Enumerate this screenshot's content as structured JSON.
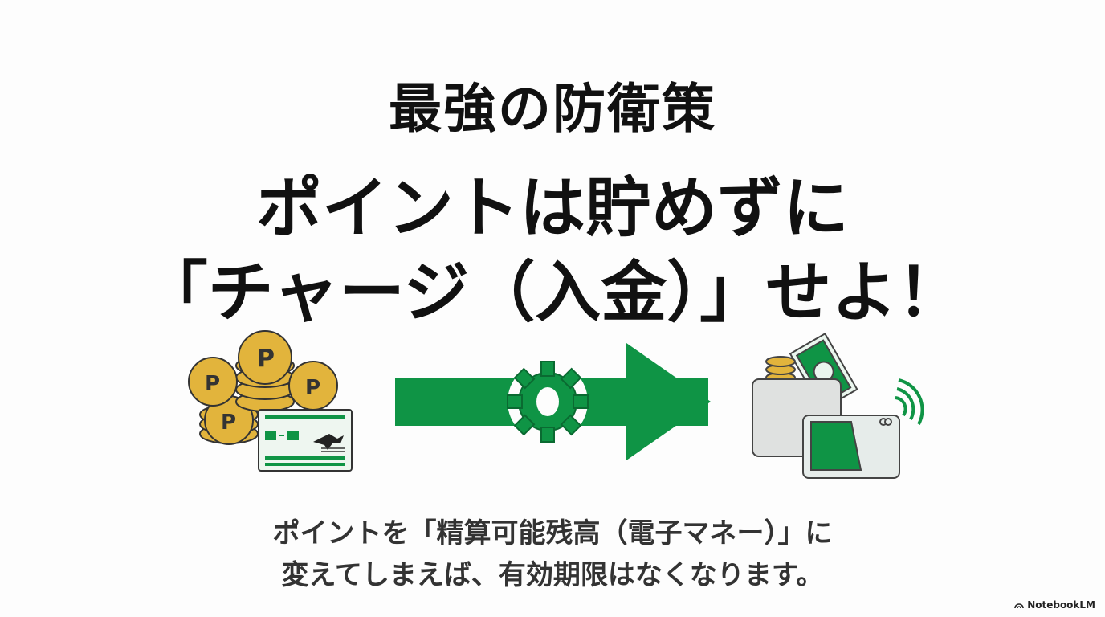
{
  "slide": {
    "heading": "最強の防衛策",
    "main_line1": "ポイントは貯めずに",
    "main_line2": "「チャージ（入金）」せよ！",
    "body_line1": "ポイントを「精算可能残高（電子マネー）」に",
    "body_line2": "変えてしまえば、有効期限はなくなります。"
  },
  "illustration": {
    "left_icon": "coins-and-card-icon",
    "middle_icon": "gear-arrow-icon",
    "right_icon": "wallet-contactless-card-icon",
    "coin_letter": "P"
  },
  "branding": {
    "logo_text": "NotebookLM"
  },
  "colors": {
    "accent": "#0f9445",
    "coin": "#e2b43c",
    "text": "#111111"
  }
}
